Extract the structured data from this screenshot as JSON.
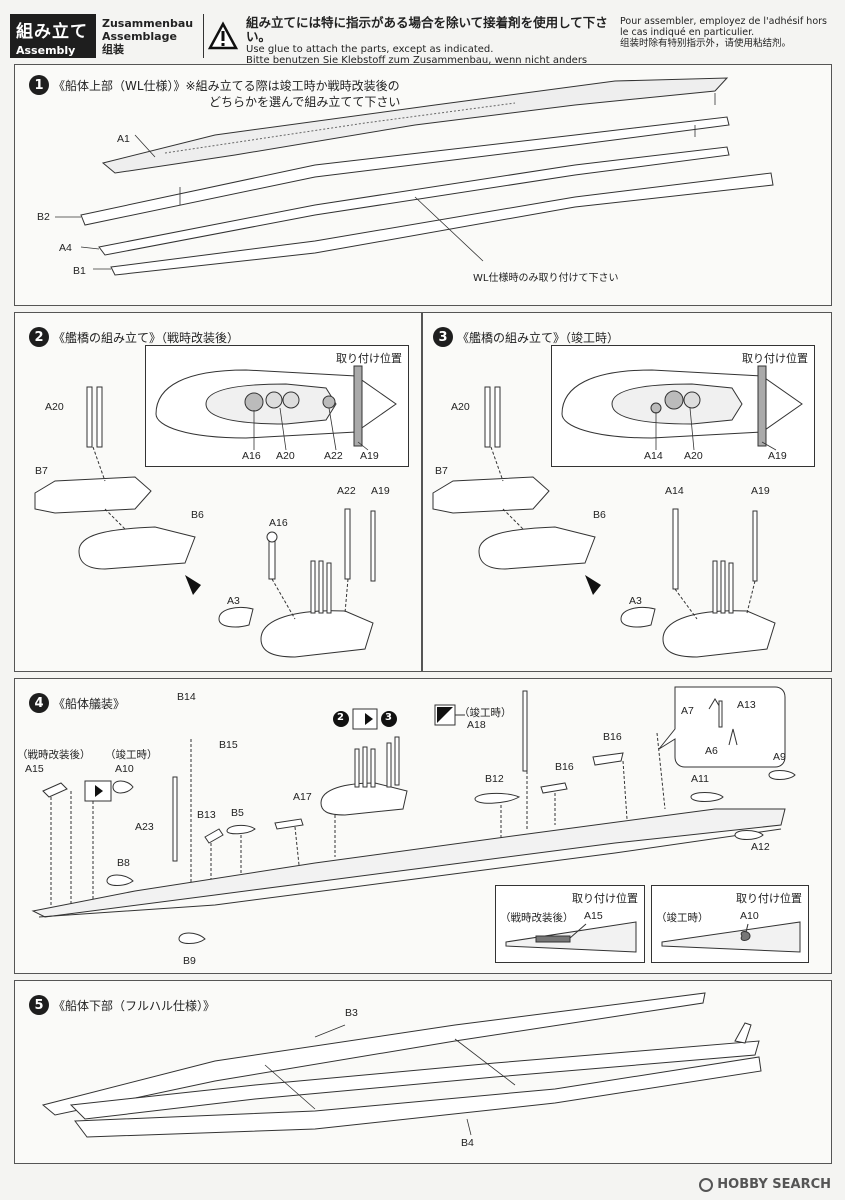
{
  "header": {
    "title_jp": "組み立て",
    "title_en": "Assembly",
    "title_de": "Zusammenbau",
    "title_fr": "Assemblage",
    "title_cn": "组装",
    "warning_icon": "warning-triangle-icon",
    "glue_jp": "組み立てには特に指示がある場合を除いて接着剤を使用して下さい。",
    "glue_en": "Use glue to attach the parts, except as indicated.",
    "glue_de": "Bitte benutzen Sie Klebstoff zum Zusammenbau, wenn nicht anders angegeben.",
    "glue_fr1": "Pour assembler, employez de l'adhésif hors",
    "glue_fr2": "le cas indiqué en particulier.",
    "glue_cn": "组装时除有特别指示外，请使用粘结剂。"
  },
  "step1": {
    "num": "1",
    "title1": "《船体上部（WL仕様）》※組み立てる際は竣工時か戦時改装後の",
    "title2": "どちらかを選んで組み立てて下さい",
    "parts": [
      "A1",
      "B2",
      "A4",
      "B1"
    ],
    "note": "WL仕様時のみ取り付けて下さい"
  },
  "step2": {
    "num": "2",
    "title": "《艦橋の組み立て》（戦時改装後）",
    "pos_title": "取り付け位置",
    "pos_labels": [
      "A16",
      "A20",
      "A22",
      "A19"
    ],
    "parts": [
      "A20",
      "B7",
      "B6",
      "A16",
      "A22",
      "A19",
      "A3"
    ]
  },
  "step3": {
    "num": "3",
    "title": "《艦橋の組み立て》（竣工時）",
    "pos_title": "取り付け位置",
    "pos_labels": [
      "A14",
      "A20",
      "A19"
    ],
    "parts": [
      "A20",
      "B7",
      "B6",
      "A14",
      "A19",
      "A3"
    ]
  },
  "step4": {
    "num": "4",
    "title": "《船体艤装》",
    "late": "（戦時改装後）",
    "early": "（竣工時）",
    "early2": "（竣工時）",
    "ref2": "2",
    "ref3": "3",
    "parts": [
      "A15",
      "A10",
      "B14",
      "B15",
      "A23",
      "B13",
      "B5",
      "B8",
      "A17",
      "B9",
      "A18",
      "B12",
      "B16",
      "B16",
      "A7",
      "A13",
      "A6",
      "A9",
      "A11",
      "A12"
    ],
    "pos_title_a": "取り付け位置",
    "pos_late": "（戦時改装後）",
    "pos_late_part": "A15",
    "pos_title_b": "取り付け位置",
    "pos_early": "（竣工時）",
    "pos_early_part": "A10"
  },
  "step5": {
    "num": "5",
    "title": "《船体下部（フルハル仕様）》",
    "parts": [
      "B3",
      "B4"
    ]
  },
  "watermark": "HOBBY SEARCH"
}
